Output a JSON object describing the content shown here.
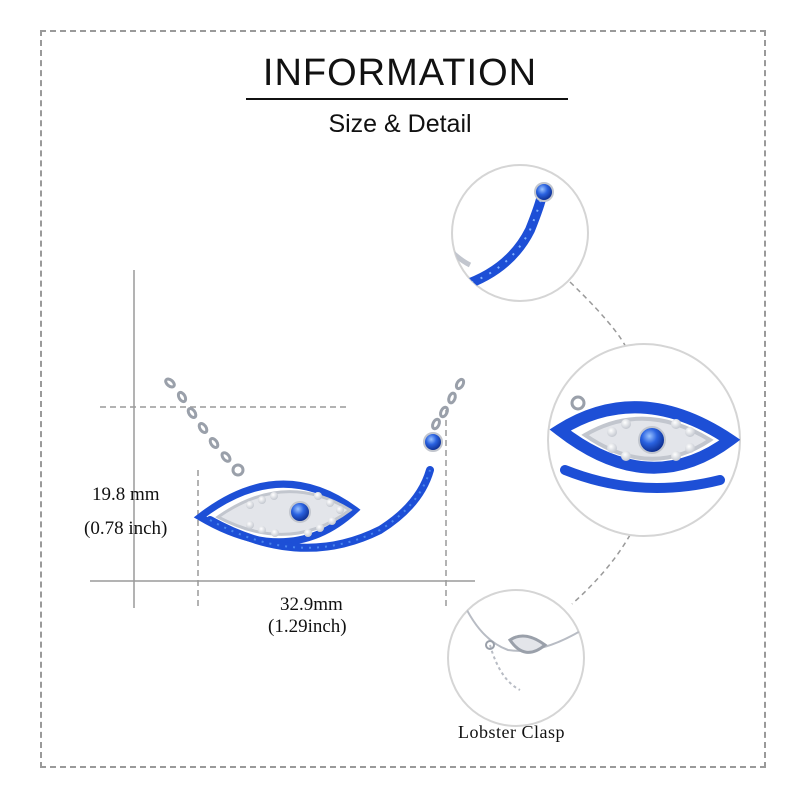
{
  "header": {
    "title": "INFORMATION",
    "subtitle": "Size & Detail"
  },
  "dimensions": {
    "height_mm": "19.8 mm",
    "height_inch": "(0.78 inch)",
    "width_mm": "32.9mm",
    "width_inch": "(1.29inch)"
  },
  "details": {
    "clasp_label": "Lobster  Clasp"
  },
  "colors": {
    "sapphire": "#1d4fd6",
    "light_blue": "#4a86ee",
    "silver": "#b8bcc4",
    "dashed_line": "#9a9a9a"
  }
}
